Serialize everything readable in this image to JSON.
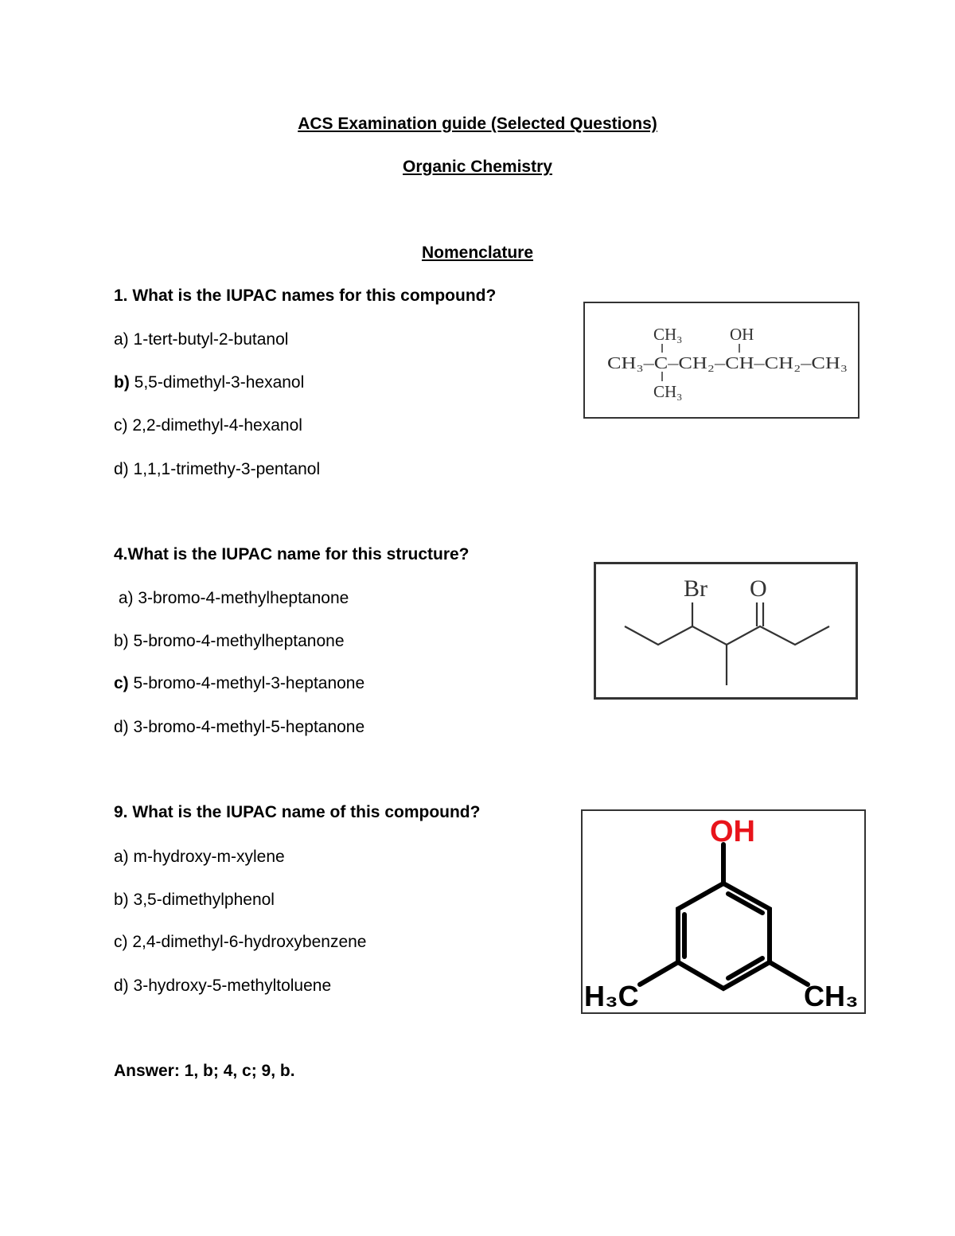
{
  "header": {
    "title": "ACS Examination guide (Selected Questions)",
    "subject": "Organic Chemistry",
    "section": "Nomenclature"
  },
  "questions": [
    {
      "prompt": "1. What is the IUPAC names for this compound?",
      "options": [
        {
          "letter": "a)",
          "text": " 1-tert-butyl-2-butanol"
        },
        {
          "letter": "b)",
          "text": " 5,5-dimethyl-3-hexanol"
        },
        {
          "letter": "c)",
          "text": " 2,2-dimethyl-4-hexanol"
        },
        {
          "letter": "d)",
          "text": " 1,1,1-trimethy-3-pentanol"
        }
      ],
      "structure": {
        "top_left": "CH₃",
        "top_right": "OH",
        "chain": "CH₃–C–CH₂–CH–CH₂–CH₃",
        "bottom": "CH₃"
      }
    },
    {
      "prompt": "4.What is the IUPAC name for this structure?",
      "options": [
        {
          "letter": " a)",
          "text": " 3-bromo-4-methylheptanone"
        },
        {
          "letter": "b)",
          "text": " 5-bromo-4-methylheptanone"
        },
        {
          "letter": "c)",
          "text": " 5-bromo-4-methyl-3-heptanone"
        },
        {
          "letter": "d)",
          "text": " 3-bromo-4-methyl-5-heptanone"
        }
      ],
      "structure": {
        "br": "Br",
        "o": "O"
      }
    },
    {
      "prompt": "9. What is the IUPAC name of this compound?",
      "options": [
        {
          "letter": "a)",
          "text": " m-hydroxy-m-xylene"
        },
        {
          "letter": "b)",
          "text": " 3,5-dimethylphenol"
        },
        {
          "letter": "c)",
          "text": " 2,4-dimethyl-6-hydroxybenzene"
        },
        {
          "letter": "d)",
          "text": " 3-hydroxy-5-methyltoluene"
        }
      ],
      "structure": {
        "oh": "OH",
        "left": "H₃C",
        "right": "CH₃",
        "oh_color": "#e8141b"
      }
    }
  ],
  "answer": "Answer: 1, b; 4, c; 9, b."
}
